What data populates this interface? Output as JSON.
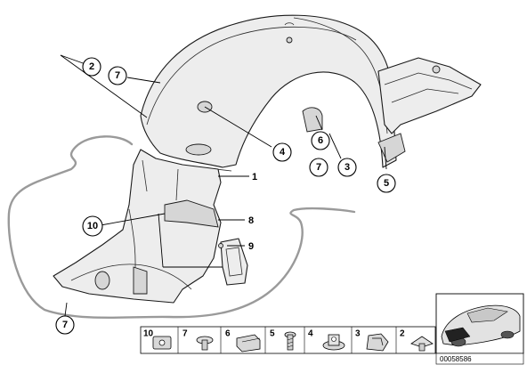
{
  "callouts": {
    "c2": "2",
    "c7_top": "7",
    "c4": "4",
    "c6": "6",
    "c7_mid": "7",
    "c3": "3",
    "c5": "5",
    "c10": "10",
    "c7_bottom": "7",
    "plain_1": "1",
    "plain_8": "8",
    "plain_9": "9"
  },
  "fastener_strip": {
    "items": [
      "10",
      "7",
      "6",
      "5",
      "4",
      "3",
      "2"
    ]
  },
  "document_number": "00058586",
  "colors": {
    "line": "#000000",
    "part_fill": "#ededed",
    "scribble": "#9a9a9a"
  }
}
